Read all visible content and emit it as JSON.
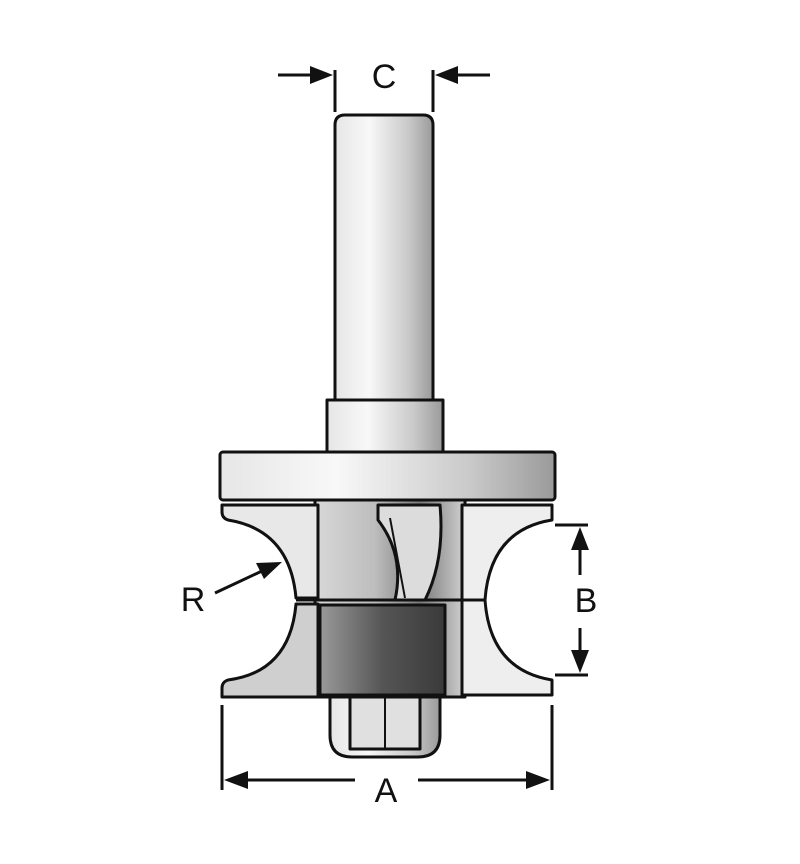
{
  "diagram": {
    "dimension_labels": {
      "shank_diameter": "C",
      "radius": "R",
      "cut_height": "B",
      "overall_diameter": "A"
    },
    "colors": {
      "line": "#111111",
      "metal_light": "#f2f2f2",
      "metal_mid": "#c8c8c8",
      "metal_dark": "#6a6a6a"
    }
  }
}
